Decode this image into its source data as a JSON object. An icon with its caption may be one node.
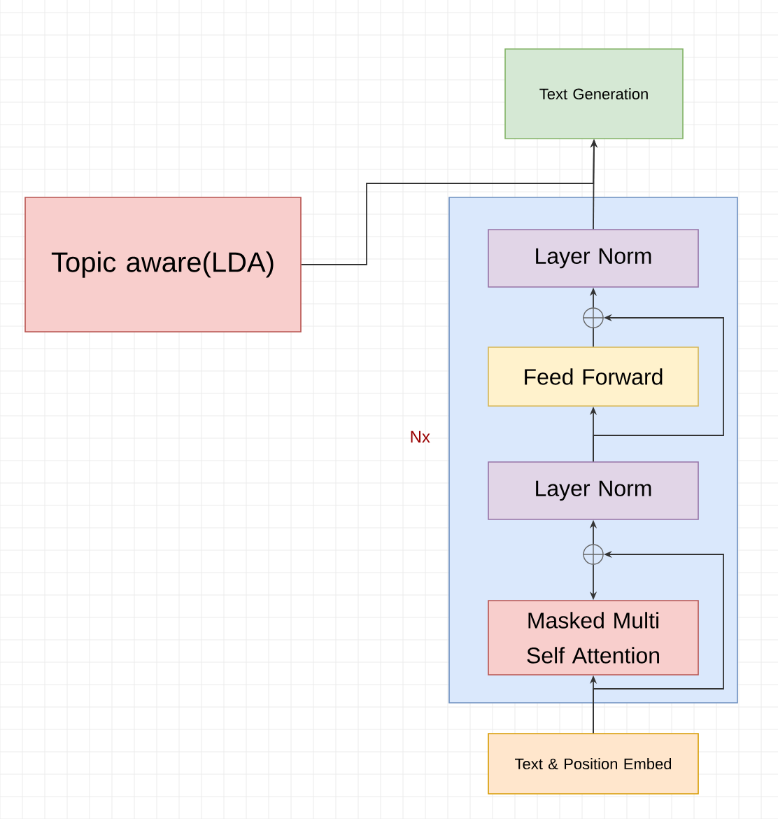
{
  "diagram": {
    "nodes": [
      {
        "text": [
          "Text Generation"
        ]
      },
      {
        "text": [
          "Topic aware(LDA)"
        ]
      },
      {
        "text": [],
        "shape": "box",
        "beside": [
          "Nx"
        ]
      },
      {
        "text": [
          "Layer Norm"
        ],
        "in": 2
      },
      {
        "text": [],
        "shape": "circle",
        "in": 2
      },
      {
        "text": [
          "Feed Forward"
        ],
        "in": 2
      },
      {
        "text": [
          "Layer Norm"
        ],
        "in": 2
      },
      {
        "text": [],
        "shape": "circle",
        "in": 2
      },
      {
        "text": [
          "Masked Multi Self Attention"
        ],
        "in": 2
      },
      {
        "text": [
          "Text & Position Embed"
        ]
      }
    ],
    "edges": [
      {
        "from": 9,
        "to": 8,
        "arrow": "to"
      },
      {
        "from": 9,
        "to": 7,
        "arrow": "to"
      },
      {
        "from": 7,
        "to": 6,
        "arrow": "to"
      },
      {
        "from": 7,
        "to": 8,
        "arrow": "to"
      },
      {
        "from": 6,
        "to": 5,
        "arrow": "to"
      },
      {
        "from": 6,
        "to": 4,
        "arrow": "to"
      },
      {
        "from": 5,
        "to": 4,
        "arrow": "none"
      },
      {
        "from": 4,
        "to": 3,
        "arrow": "to"
      },
      {
        "from": 3,
        "to": 0,
        "arrow": "to"
      },
      {
        "from": 1,
        "to": 0,
        "arrow": "to"
      }
    ]
  }
}
